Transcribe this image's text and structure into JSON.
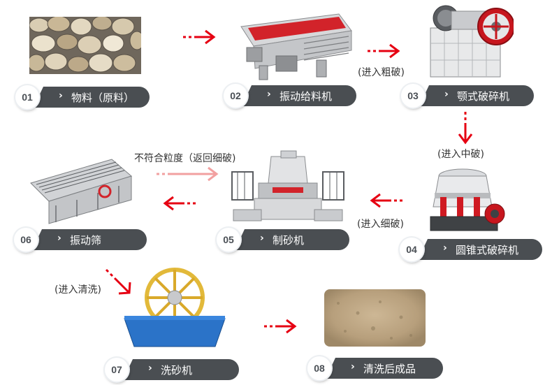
{
  "colors": {
    "arrow": "#e60012",
    "arrow_faded": "#f2a0a0",
    "label_bg": "#4a4e52",
    "label_text": "#ffffff"
  },
  "steps": [
    {
      "num": "01",
      "label": "物料（原料）"
    },
    {
      "num": "02",
      "label": "振动给料机"
    },
    {
      "num": "03",
      "label": "颚式破碎机"
    },
    {
      "num": "04",
      "label": "圆锥式破碎机"
    },
    {
      "num": "05",
      "label": "制砂机"
    },
    {
      "num": "06",
      "label": "振动筛"
    },
    {
      "num": "07",
      "label": "洗砂机"
    },
    {
      "num": "08",
      "label": "清洗后成品"
    }
  ],
  "notes": {
    "coarse": "(进入粗破)",
    "medium": "(进入中破)",
    "fine": "(进入细破)",
    "return": "不符合粒度（返回细破)",
    "wash": "(进入清洗)"
  },
  "chevron": "›"
}
